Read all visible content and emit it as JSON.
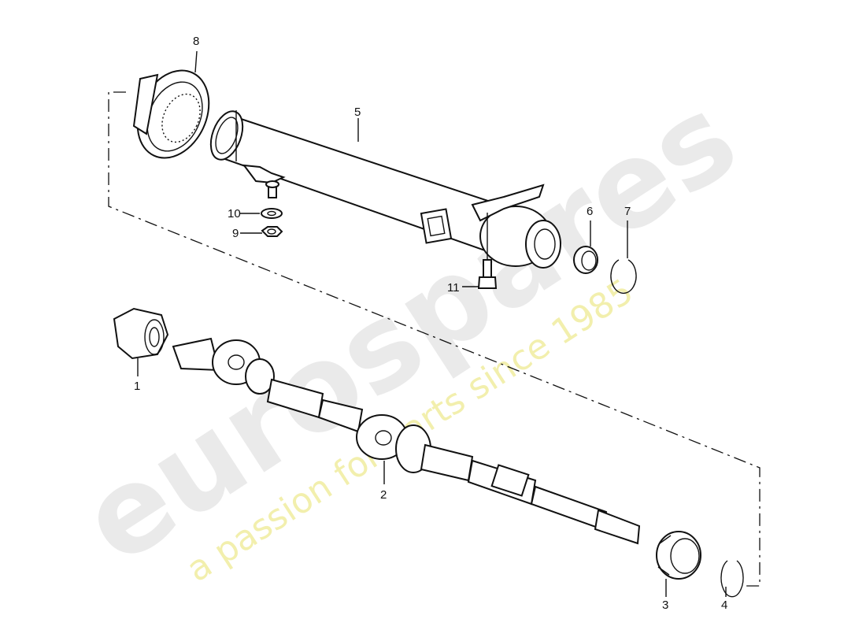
{
  "watermark": {
    "brand": "eurospares",
    "tagline": "a passion for parts since 1985"
  },
  "callouts": {
    "c1": "1",
    "c2": "2",
    "c3": "3",
    "c4": "4",
    "c5": "5",
    "c6": "6",
    "c7": "7",
    "c8": "8",
    "c9": "9",
    "c10": "10",
    "c11": "11"
  }
}
